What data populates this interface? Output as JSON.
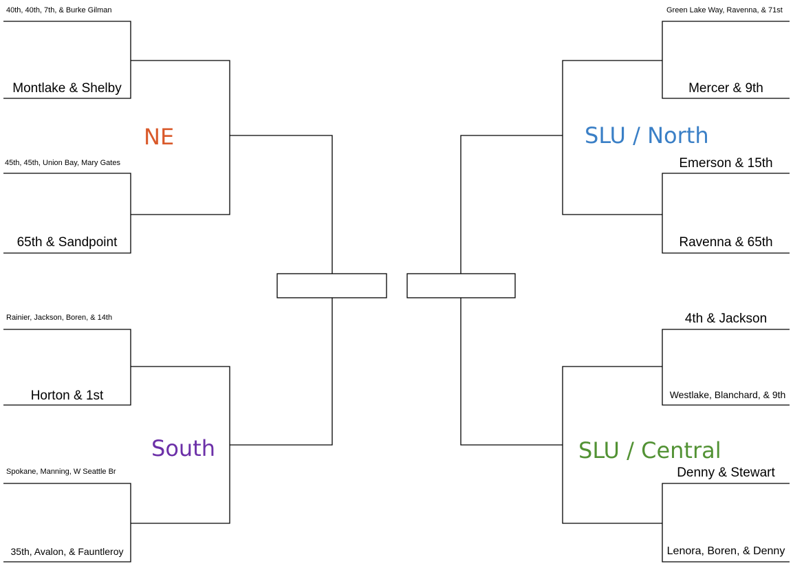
{
  "regions": {
    "ne": {
      "label": "NE",
      "color": "#d9592a"
    },
    "slu_north": {
      "label": "SLU / North",
      "color": "#3a7fc6"
    },
    "south": {
      "label": "South",
      "color": "#6c30a8"
    },
    "slu_central": {
      "label": "SLU / Central",
      "color": "#529234"
    }
  },
  "entries": {
    "l1": "40th, 40th, 7th, & Burke Gilman",
    "l2": "Montlake & Shelby",
    "l3": "45th, 45th, Union Bay, Mary Gates",
    "l4": "65th & Sandpoint",
    "l5": "Rainier, Jackson, Boren, & 14th",
    "l6": "Horton & 1st",
    "l7": "Spokane, Manning, W Seattle Br",
    "l8": "35th, Avalon, & Fauntleroy",
    "r1": "Green Lake Way, Ravenna, & 71st",
    "r2": "Mercer & 9th",
    "r3": "Emerson & 15th",
    "r4": "Ravenna & 65th",
    "r5": "4th & Jackson",
    "r6": "Westlake, Blanchard, & 9th",
    "r7": "Denny & Stewart",
    "r8": "Lenora, Boren, & Denny"
  }
}
